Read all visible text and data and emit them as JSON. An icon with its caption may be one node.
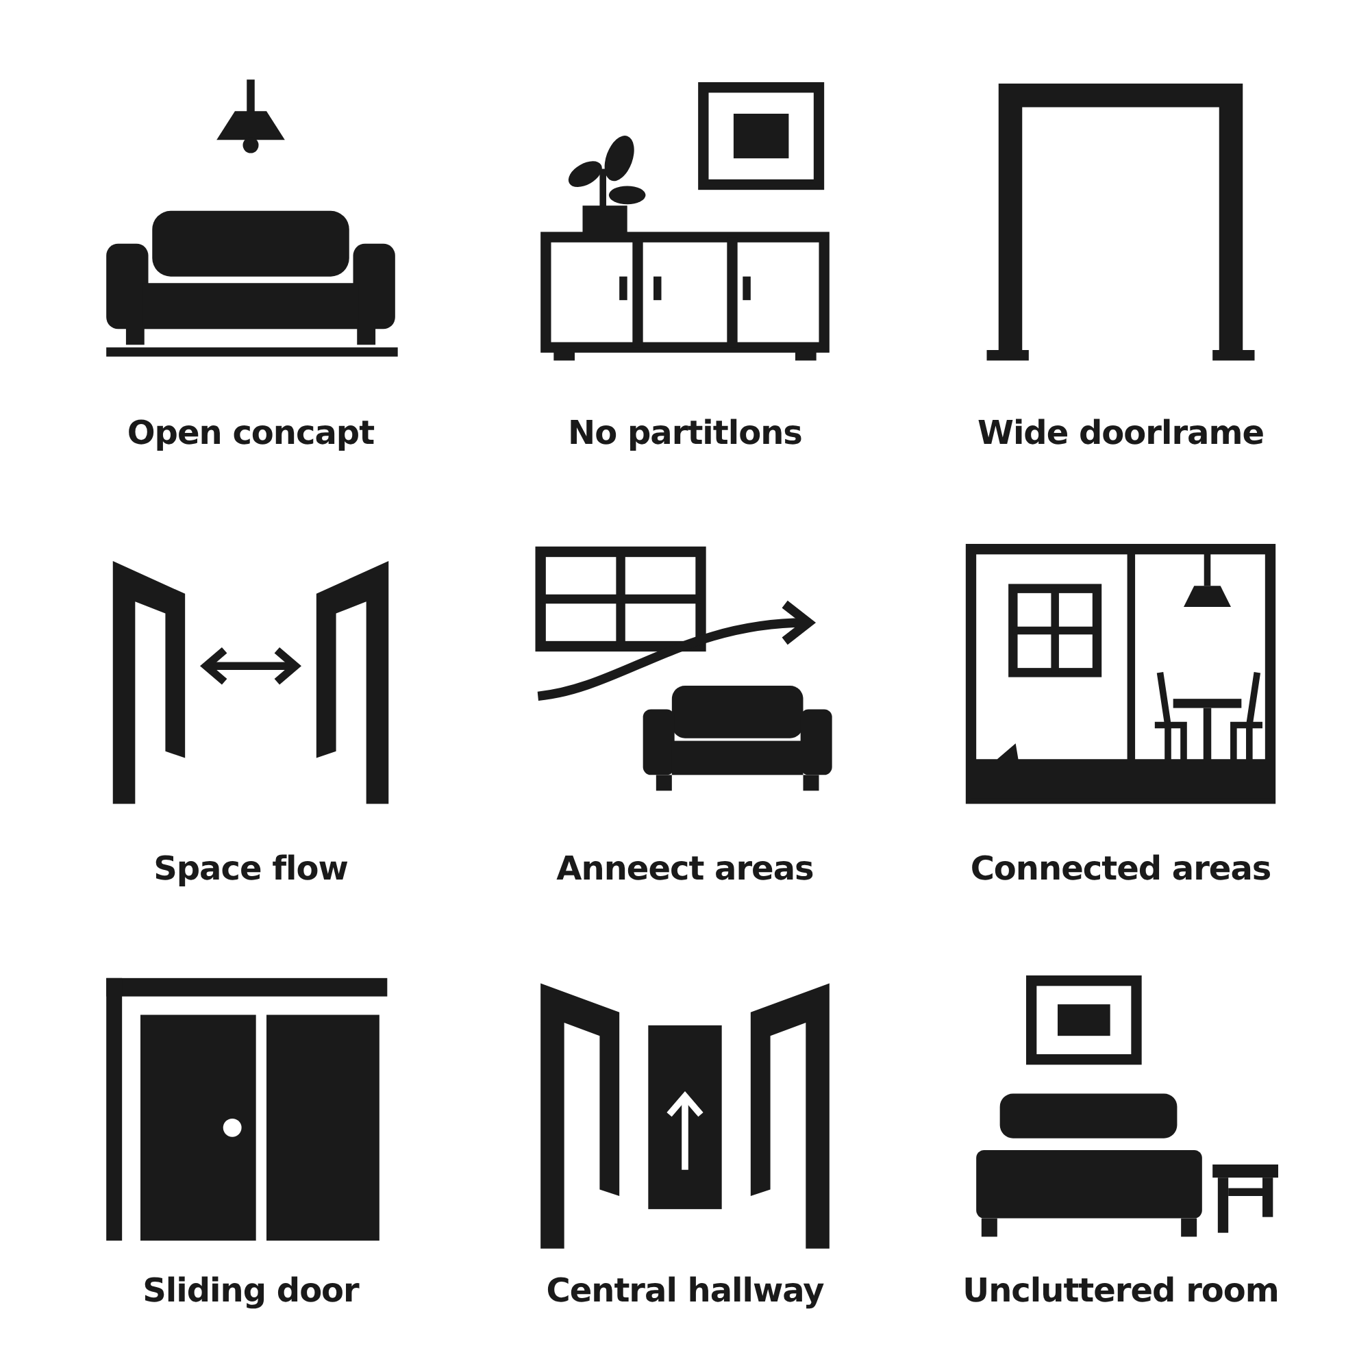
{
  "diagram": {
    "labels": [
      "Open concapt",
      "No partitlons",
      "Wide doorlrame",
      "Space flow",
      "Anneect areas",
      "Connected areas",
      "Sliding door",
      "Central hallway",
      "Uncluttered room"
    ]
  }
}
